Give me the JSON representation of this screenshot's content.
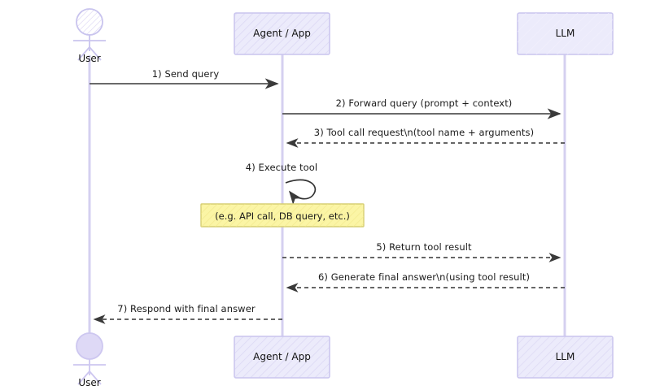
{
  "diagram": {
    "type": "sequence-diagram",
    "title": "",
    "background_color": "#ffffff",
    "participants": [
      {
        "id": "user",
        "label": "User",
        "kind": "actor"
      },
      {
        "id": "agent",
        "label": "Agent / App",
        "kind": "box"
      },
      {
        "id": "llm",
        "label": "LLM",
        "kind": "box"
      }
    ],
    "colors": {
      "lifeline": "#d5d0f0",
      "box_fill": "#ecebfb",
      "box_border": "#c9c4ee",
      "actor_stroke": "#c9c4ee",
      "actor_fill": "#ded9f6",
      "arrow_solid": "#555555",
      "arrow_dashed": "#333333",
      "note_fill": "#fbf5a5",
      "note_border": "#d6ce73",
      "text": "#1a1a1a"
    },
    "messages": [
      {
        "n": 1,
        "label": "1) Send query",
        "from": "user",
        "to": "agent",
        "style": "solid",
        "direction": "right"
      },
      {
        "n": 2,
        "label": "2) Forward query (prompt + context)",
        "from": "agent",
        "to": "llm",
        "style": "solid",
        "direction": "right"
      },
      {
        "n": 3,
        "label": "3) Tool call request\\n(tool name + arguments)",
        "from": "llm",
        "to": "agent",
        "style": "dashed",
        "direction": "left"
      },
      {
        "n": 4,
        "label": "4) Execute tool",
        "from": "agent",
        "to": "agent",
        "style": "solid",
        "direction": "self"
      },
      {
        "n": 5,
        "label": "5) Return tool result",
        "from": "agent",
        "to": "llm",
        "style": "dashed",
        "direction": "right"
      },
      {
        "n": 6,
        "label": "6) Generate final answer\\n(using tool result)",
        "from": "llm",
        "to": "agent",
        "style": "dashed",
        "direction": "left"
      },
      {
        "n": 7,
        "label": "7) Respond with final answer",
        "from": "agent",
        "to": "user",
        "style": "dashed",
        "direction": "left"
      }
    ],
    "notes": [
      {
        "id": "note-tool",
        "label": "(e.g. API call, DB query, etc.)",
        "over": "agent"
      }
    ],
    "headers": {
      "user": "User",
      "agent": "Agent / App",
      "llm": "LLM"
    },
    "footers": {
      "user": "User",
      "agent": "Agent / App",
      "llm": "LLM"
    }
  }
}
